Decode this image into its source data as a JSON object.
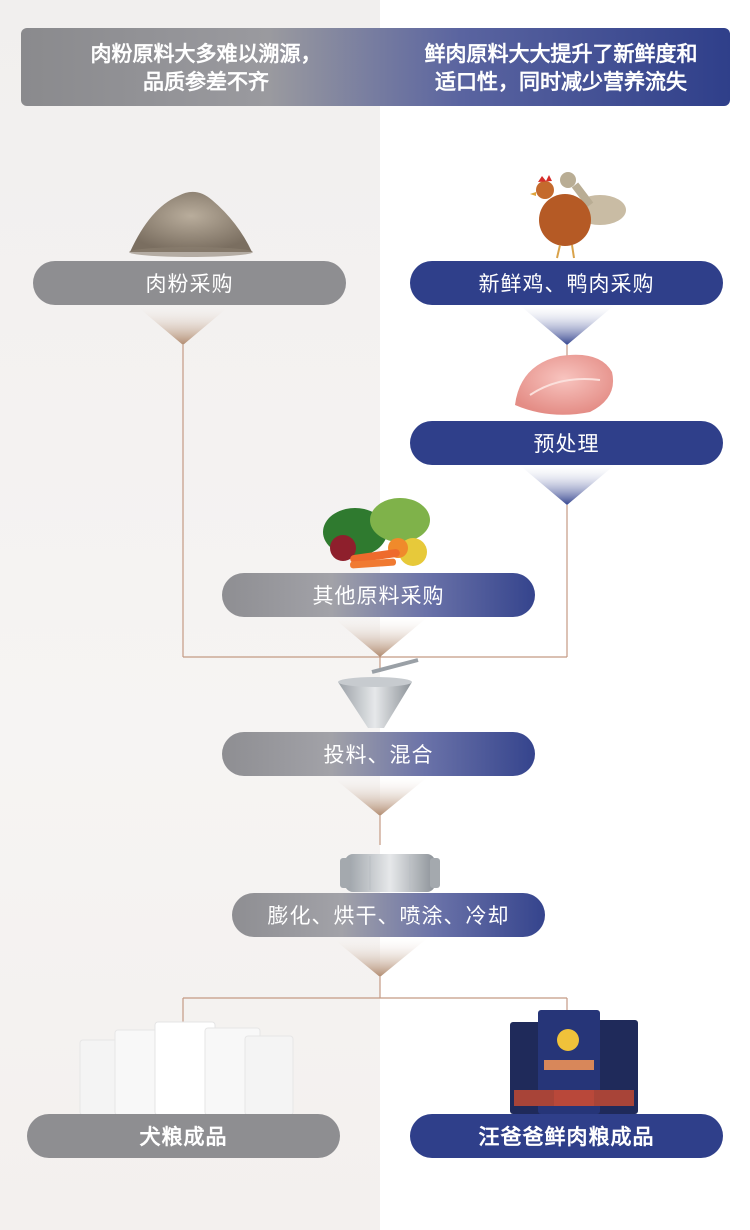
{
  "banner": {
    "left_text_line1": "肉粉原料大多难以溯源，",
    "left_text_line2": "品质参差不齐",
    "right_text_line1": "鲜肉原料大大提升了新鲜度和",
    "right_text_line2": "适口性，同时减少营养流失"
  },
  "steps": {
    "meat_powder": "肉粉采购",
    "fresh_chicken_duck": "新鲜鸡、鸭肉采购",
    "pretreatment": "预处理",
    "other_materials": "其他原料采购",
    "feeding_mixing": "投料、混合",
    "extrusion": "膨化、烘干、喷涂、冷却",
    "generic_product": "犬粮成品",
    "brand_product": "汪爸爸鲜肉粮成品"
  },
  "colors": {
    "gray_pill": "#8e8e91",
    "blue_pill": "#2f3f8a",
    "connector_line": "#b88e76"
  },
  "icons": [
    "meat-powder-pile-icon",
    "chicken-duck-icon",
    "raw-meat-icon",
    "vegetables-icon",
    "mixer-machine-icon",
    "dryer-machine-icon",
    "white-bags-icon",
    "brand-food-bags-icon"
  ]
}
